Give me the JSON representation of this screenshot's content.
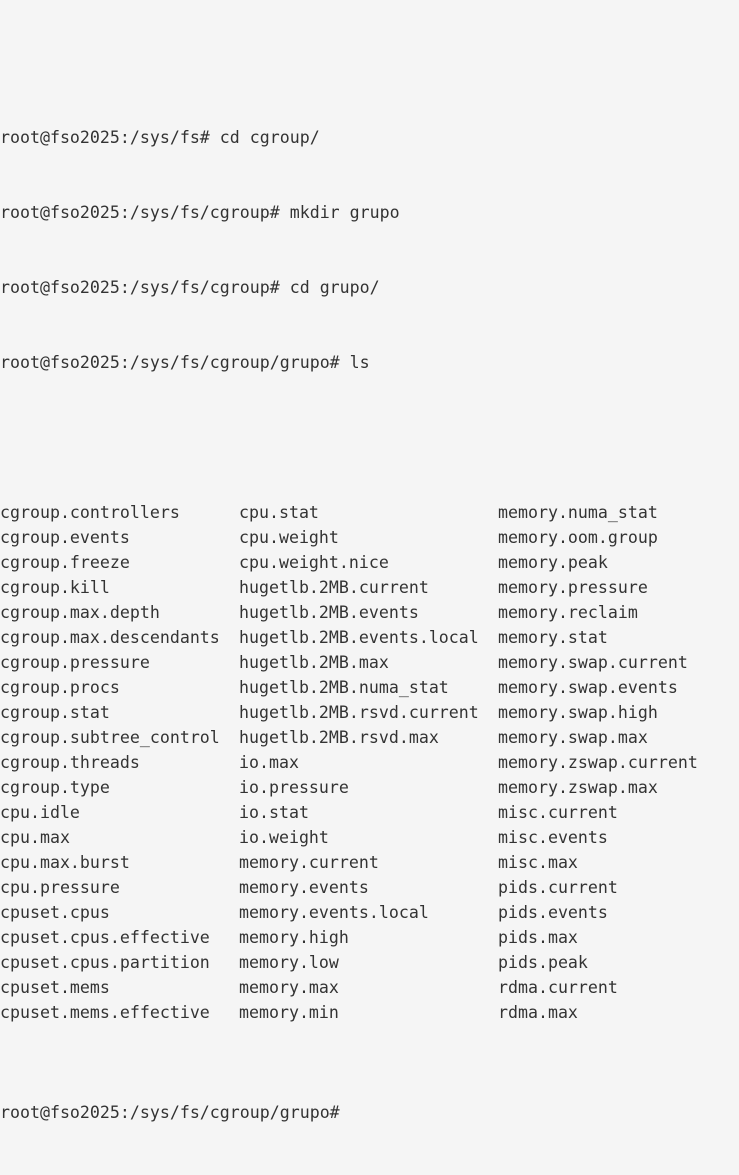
{
  "terminal": {
    "background_color": "#f5f5f5",
    "text_color": "#333333",
    "hostname": "fso2025",
    "user": "root",
    "commands": [
      {
        "prompt": "root@fso2025:/sys/fs# ",
        "command": "cd cgroup/"
      },
      {
        "prompt": "root@fso2025:/sys/fs/cgroup# ",
        "command": "mkdir grupo"
      },
      {
        "prompt": "root@fso2025:/sys/fs/cgroup# ",
        "command": "cd grupo/"
      },
      {
        "prompt": "root@fso2025:/sys/fs/cgroup/grupo# ",
        "command": "ls"
      }
    ],
    "final_prompt": "root@fso2025:/sys/fs/cgroup/grupo# ",
    "listing": {
      "columns": 3,
      "rows": [
        [
          "cgroup.controllers",
          "cpu.stat",
          "memory.numa_stat"
        ],
        [
          "cgroup.events",
          "cpu.weight",
          "memory.oom.group"
        ],
        [
          "cgroup.freeze",
          "cpu.weight.nice",
          "memory.peak"
        ],
        [
          "cgroup.kill",
          "hugetlb.2MB.current",
          "memory.pressure"
        ],
        [
          "cgroup.max.depth",
          "hugetlb.2MB.events",
          "memory.reclaim"
        ],
        [
          "cgroup.max.descendants",
          "hugetlb.2MB.events.local",
          "memory.stat"
        ],
        [
          "cgroup.pressure",
          "hugetlb.2MB.max",
          "memory.swap.current"
        ],
        [
          "cgroup.procs",
          "hugetlb.2MB.numa_stat",
          "memory.swap.events"
        ],
        [
          "cgroup.stat",
          "hugetlb.2MB.rsvd.current",
          "memory.swap.high"
        ],
        [
          "cgroup.subtree_control",
          "hugetlb.2MB.rsvd.max",
          "memory.swap.max"
        ],
        [
          "cgroup.threads",
          "io.max",
          "memory.zswap.current"
        ],
        [
          "cgroup.type",
          "io.pressure",
          "memory.zswap.max"
        ],
        [
          "cpu.idle",
          "io.stat",
          "misc.current"
        ],
        [
          "cpu.max",
          "io.weight",
          "misc.events"
        ],
        [
          "cpu.max.burst",
          "memory.current",
          "misc.max"
        ],
        [
          "cpu.pressure",
          "memory.events",
          "pids.current"
        ],
        [
          "cpuset.cpus",
          "memory.events.local",
          "pids.events"
        ],
        [
          "cpuset.cpus.effective",
          "memory.high",
          "pids.max"
        ],
        [
          "cpuset.cpus.partition",
          "memory.low",
          "pids.peak"
        ],
        [
          "cpuset.mems",
          "memory.max",
          "rdma.current"
        ],
        [
          "cpuset.mems.effective",
          "memory.min",
          "rdma.max"
        ]
      ]
    }
  }
}
